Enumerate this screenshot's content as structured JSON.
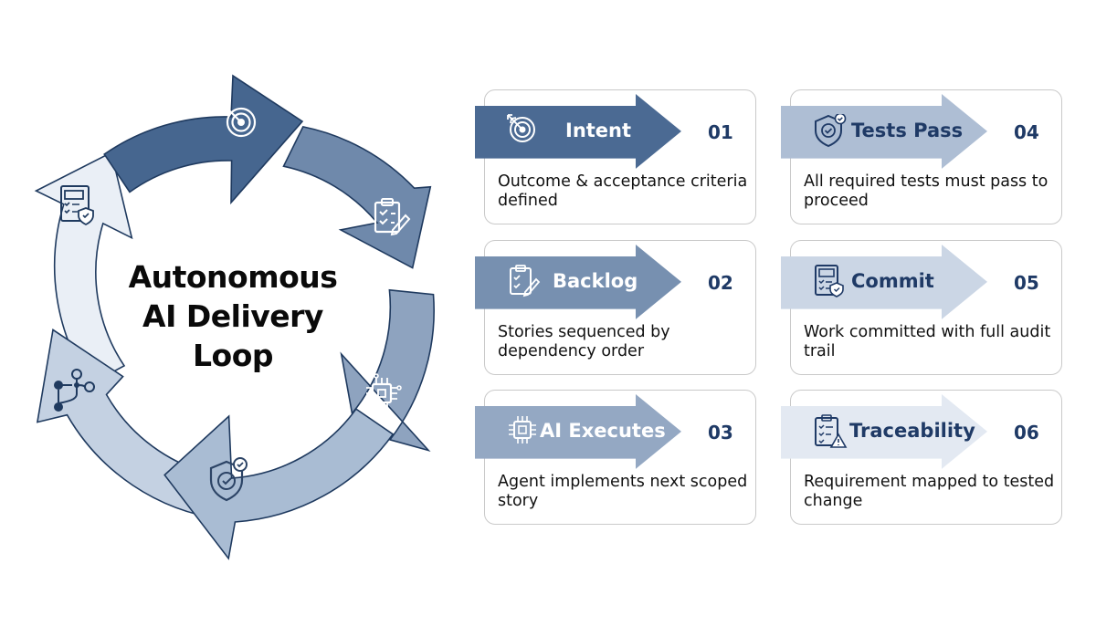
{
  "center": {
    "lines": [
      "Autonomous",
      "AI Delivery",
      "Loop"
    ]
  },
  "colors": {
    "dark": "#3f5f8a",
    "mid": "#7f96b4",
    "light": "#a9bcd3",
    "pale": "#cad6e6",
    "palest": "#e4eaf3",
    "number": "#1f3a66",
    "outline": "#1f3a5f"
  },
  "cycle_icons": [
    "target-icon",
    "clipboard-icon",
    "chip-icon",
    "shield-check-icon",
    "branch-icon",
    "checklist-icon"
  ],
  "steps": [
    {
      "title": "Intent",
      "number": "01",
      "description": "Outcome & acceptance criteria defined",
      "icon": "target-icon",
      "fill": "#4b6a93",
      "text_color": "#ffffff"
    },
    {
      "title": "Backlog",
      "number": "02",
      "description": "Stories sequenced by dependency order",
      "icon": "clipboard-icon",
      "fill": "#7790b0",
      "text_color": "#ffffff"
    },
    {
      "title": "AI Executes",
      "number": "03",
      "description": "Agent implements next scoped story",
      "icon": "chip-icon",
      "fill": "#94a8c3",
      "text_color": "#ffffff"
    },
    {
      "title": "Tests Pass",
      "number": "04",
      "description": "All required tests must pass to proceed",
      "icon": "shield-check-icon",
      "fill": "#aebed4",
      "text_color": "#1f3a66"
    },
    {
      "title": "Commit",
      "number": "05",
      "description": "Work committed with full audit trail",
      "icon": "commit-icon",
      "fill": "#cbd6e5",
      "text_color": "#1f3a66"
    },
    {
      "title": "Traceability",
      "number": "06",
      "description": "Requirement mapped to tested change",
      "icon": "trace-icon",
      "fill": "#e3e9f2",
      "text_color": "#1f3a66"
    }
  ]
}
